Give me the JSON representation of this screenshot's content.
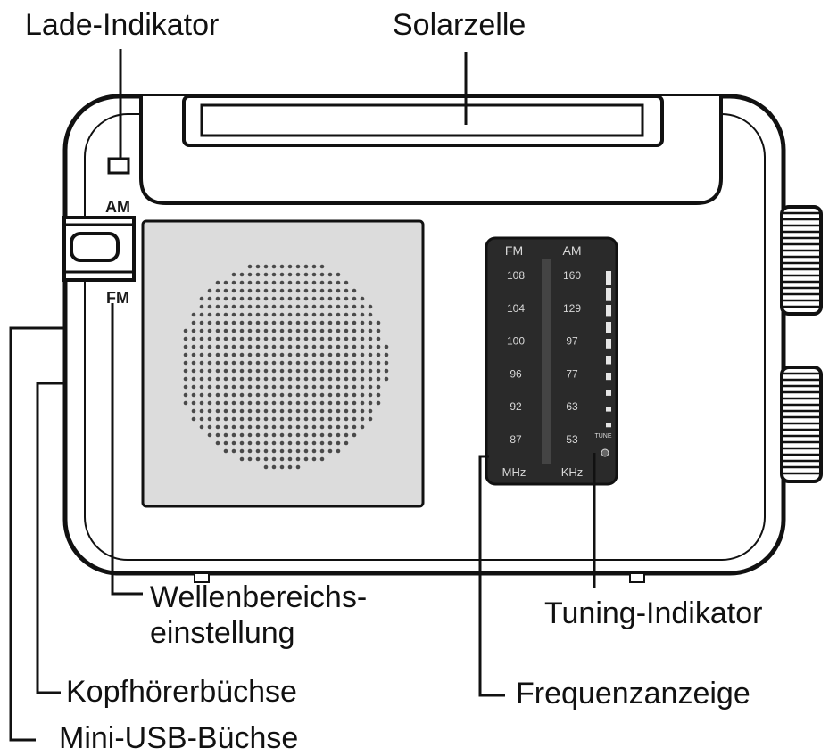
{
  "labels": {
    "charge_indicator": "Lade-Indikator",
    "solar_cell": "Solarzelle",
    "band_switch_line1": "Wellenbereichs-",
    "band_switch_line2": "einstellung",
    "headphone_jack": "Kopfhörerbüchse",
    "mini_usb_jack": "Mini-USB-Büchse",
    "tuning_indicator": "Tuning-Indikator",
    "frequency_display": "Frequenzanzeige"
  },
  "switch": {
    "am": "AM",
    "fm": "FM"
  },
  "dial": {
    "fm_header": "FM",
    "am_header": "AM",
    "fm_scale": [
      "108",
      "104",
      "100",
      "96",
      "92",
      "87"
    ],
    "am_scale": [
      "160",
      "129",
      "97",
      "77",
      "63",
      "53"
    ],
    "fm_unit": "MHz",
    "am_unit": "KHz",
    "tune_label": "TUNE"
  },
  "colors": {
    "outline": "#111111",
    "body": "#ffffff",
    "speaker_fill": "#dcdcdc",
    "dial_bg": "#2a2a2a"
  }
}
